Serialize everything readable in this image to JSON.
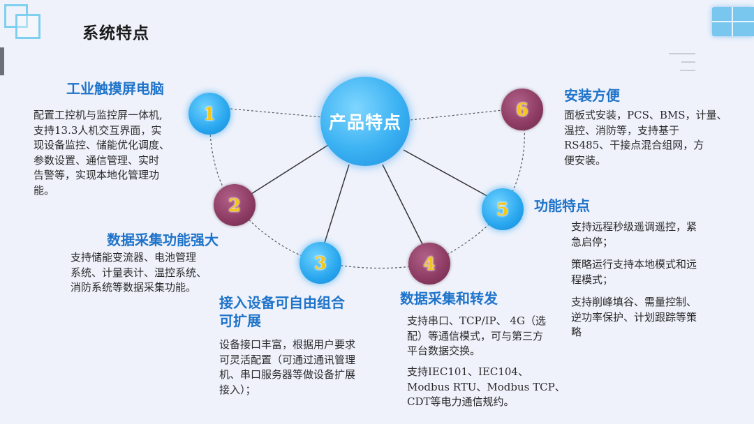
{
  "page_title": "系统特点",
  "center_label": "产品特点",
  "nodes": [
    {
      "label": "1"
    },
    {
      "label": "2"
    },
    {
      "label": "3"
    },
    {
      "label": "4"
    },
    {
      "label": "5"
    },
    {
      "label": "6"
    }
  ],
  "features": {
    "f1": {
      "title": "工业触摸屏电脑",
      "desc": [
        "配置工控机与监控屏一体机,",
        "支持13.3人机交互界面，实",
        "现设备监控、储能优化调度、",
        "参数设置、通信管理、实时",
        "告警等，实现本地化管理功",
        "能。"
      ]
    },
    "f2": {
      "title": "数据采集功能强大",
      "desc": [
        "支持储能变流器、电池管理",
        "系统、计量表计、温控系统、",
        "消防系统等数据采集功能。"
      ]
    },
    "f3": {
      "title_lines": [
        "接入设备可自由组合",
        "可扩展"
      ],
      "desc": [
        "设备接口丰富，根据用户要求",
        "可灵活配置（可通过通讯管理",
        "机、串口服务器等做设备扩展",
        "接入）；"
      ]
    },
    "f4": {
      "title": "数据采集和转发",
      "desc_a": [
        "支持串口、TCP/IP、 4G（选",
        "配）等通信模式，可与第三方",
        "平台数据交换。"
      ],
      "desc_b": [
        "支持IEC101、IEC104、",
        "Modbus RTU、Modbus TCP、",
        "CDT等电力通信规约。"
      ]
    },
    "f5": {
      "title": "功能特点",
      "desc_a": [
        "支持远程秒级遥调遥控，紧",
        "急启停；"
      ],
      "desc_b": [
        "策略运行支持本地模式和远",
        "程模式；"
      ],
      "desc_c": [
        "支持削峰填谷、需量控制、",
        "逆功率保护、计划跟踪等策",
        "略"
      ]
    },
    "f6": {
      "title": "安装方便",
      "desc": [
        "面板式安装，PCS、BMS，计量、",
        "温控、消防等，支持基于",
        "RS485、干接点混合组网，方",
        "便安装。"
      ]
    }
  }
}
